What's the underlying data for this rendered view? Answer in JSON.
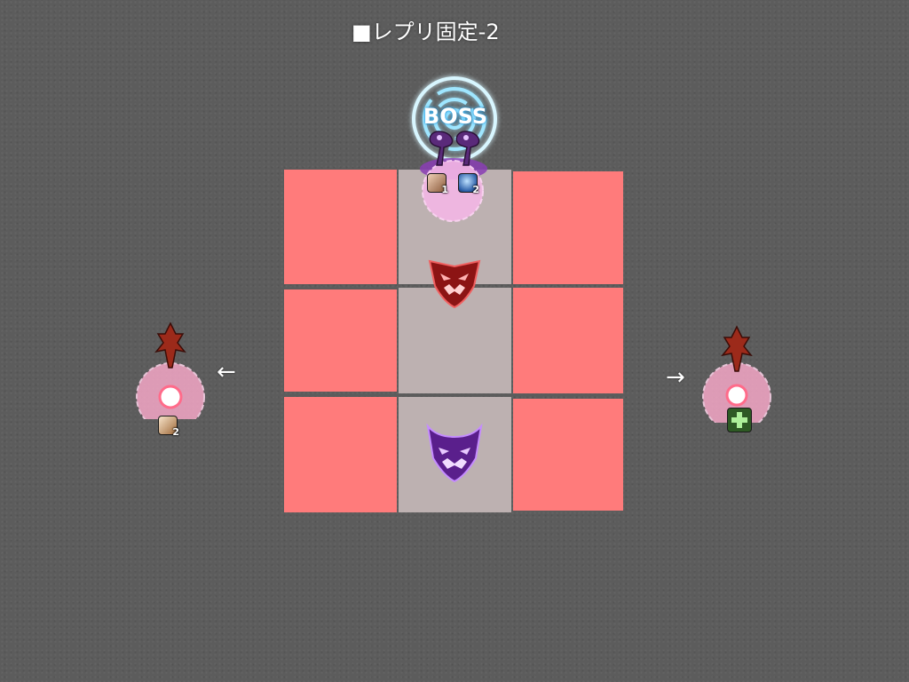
{
  "title": "■レプリ固定-2",
  "boss_label": "BOSS",
  "arrows": {
    "left": "←",
    "right": "→"
  },
  "colors": {
    "danger_tile": "#ff7b7b",
    "safe_tile": "#bdb1b1",
    "background": "#5c5c5c",
    "boss_ring": "#7fd8ff"
  },
  "markers": {
    "red": "red-demon-head-marker",
    "purple": "purple-demon-head-marker"
  },
  "players": {
    "top": {
      "statuses": [
        {
          "icon": "bandage-debuff-icon",
          "count": "1"
        },
        {
          "icon": "shield-debuff-icon",
          "count": "2"
        }
      ]
    },
    "left": {
      "statuses": [
        {
          "icon": "arrows-debuff-icon",
          "count": "2"
        }
      ]
    },
    "right": {
      "statuses": [
        {
          "icon": "green-cross-icon",
          "count": ""
        }
      ]
    }
  }
}
